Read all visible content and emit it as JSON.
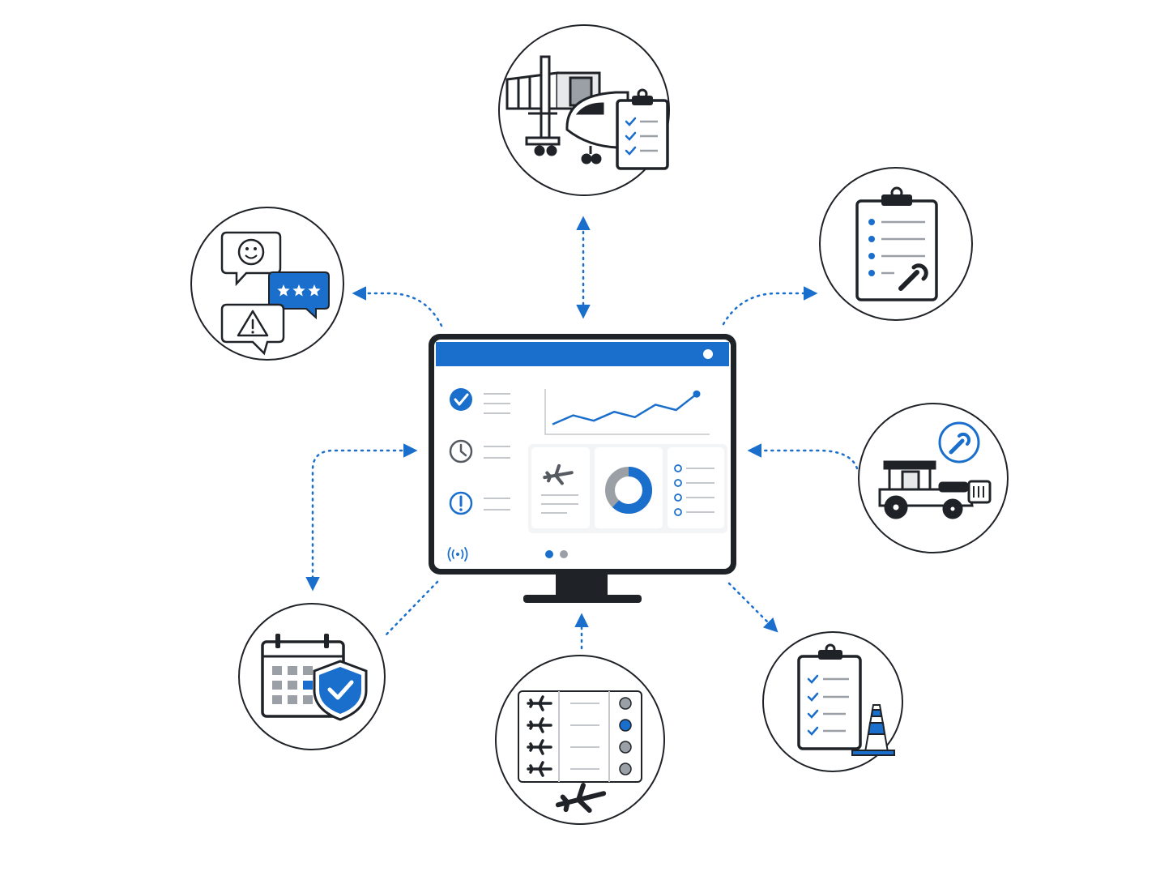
{
  "colors": {
    "accent": "#1a6fcc",
    "outline": "#1f2328",
    "muted": "#9aa0a6",
    "line": "#c4c8cc",
    "screen_bg": "#f3f4f6"
  },
  "monitor": {
    "status_icons": [
      "check-circle-icon",
      "clock-icon",
      "alert-circle-icon"
    ],
    "line_chart_trend": [
      0.1,
      0.35,
      0.2,
      0.45,
      0.3,
      0.65,
      0.5,
      0.95
    ],
    "donut_fraction": 0.62,
    "pager": {
      "pages": 2,
      "active": 1
    },
    "signal_icon": "wireless-signal-icon"
  },
  "nodes": [
    {
      "id": "jet-bridge-checklist",
      "icons": [
        "jet-bridge-icon",
        "airplane-nose-icon",
        "checklist-clipboard-icon"
      ]
    },
    {
      "id": "maintenance-checklist",
      "icons": [
        "clipboard-icon",
        "wrench-icon"
      ]
    },
    {
      "id": "ground-support-vehicle",
      "icons": [
        "baggage-tractor-icon",
        "wrench-badge-icon"
      ]
    },
    {
      "id": "safety-inspection",
      "icons": [
        "checklist-clipboard-icon",
        "traffic-cone-icon"
      ]
    },
    {
      "id": "flight-schedule-board",
      "icons": [
        "flight-list-icon",
        "airplane-icon"
      ],
      "status_dots": [
        "muted",
        "accent",
        "muted",
        "muted"
      ]
    },
    {
      "id": "schedule-compliance",
      "icons": [
        "calendar-icon",
        "shield-check-icon"
      ]
    },
    {
      "id": "passenger-feedback",
      "icons": [
        "smiley-chat-icon",
        "star-rating-chat-icon",
        "warning-chat-icon"
      ],
      "rating_stars": 3
    }
  ]
}
